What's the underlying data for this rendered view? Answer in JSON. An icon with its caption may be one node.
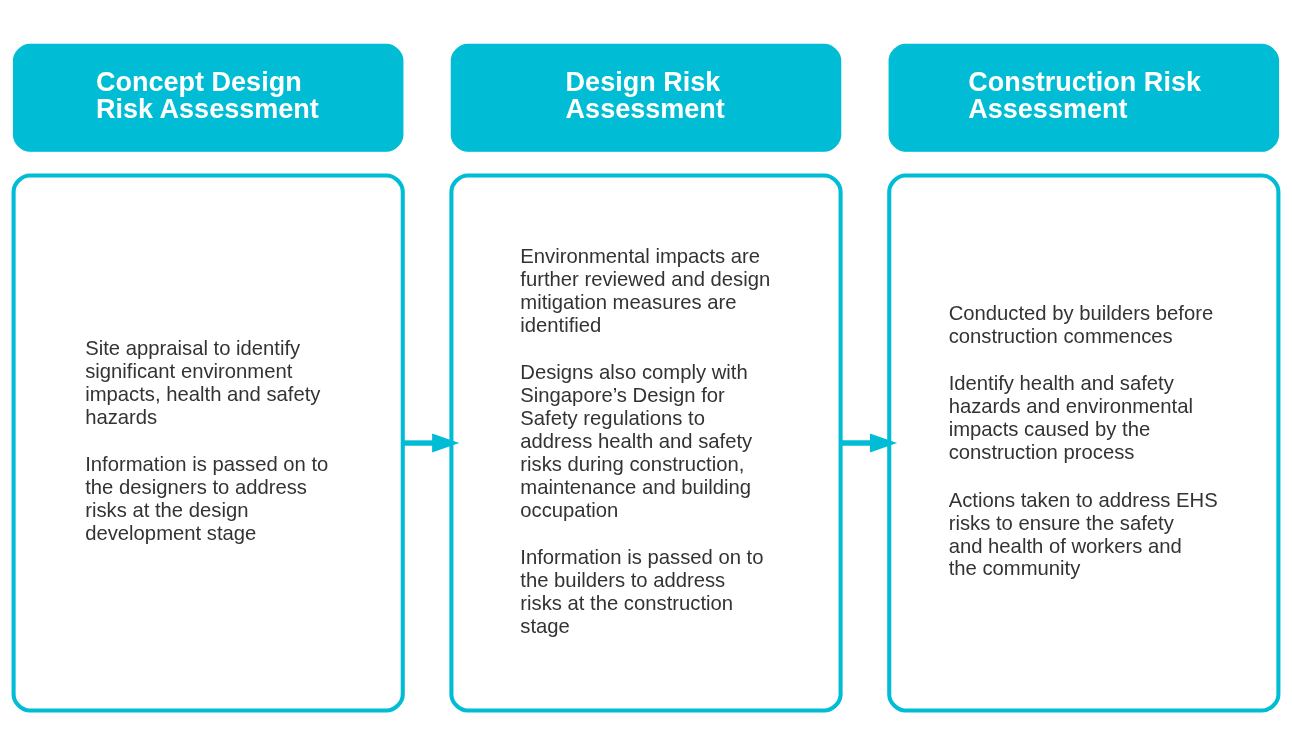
{
  "diagram": {
    "nodes": [
      {
        "text": [
          "Concept Design Risk Assessment"
        ]
      },
      {
        "text": [
          "Site appraisal to identify significant environment impacts, health and safety hazards",
          "Information is passed on to the designers to address risks at the design development stage"
        ]
      },
      {
        "text": [
          "Design Risk Assessment"
        ]
      },
      {
        "text": [
          "Environmental impacts are further reviewed and design mitigation measures are identified",
          "Designs also comply with Singapore’s Design for Safety regulations to address health and safety risks during construction, maintenance and building occupation",
          "Information is passed on to the builders to address risks at the construction stage"
        ]
      },
      {
        "text": [
          "Construction Risk Assessment"
        ]
      },
      {
        "text": [
          "Conducted by builders before construction commences",
          "Identify health and safety hazards and environmental impacts caused by the construction process",
          "Actions taken to address EHS risks to ensure the safety and health of workers and the community"
        ]
      }
    ],
    "edges": [
      {
        "from": 1,
        "to": 3,
        "arrow": "to"
      },
      {
        "from": 3,
        "to": 5,
        "arrow": "to"
      }
    ]
  }
}
